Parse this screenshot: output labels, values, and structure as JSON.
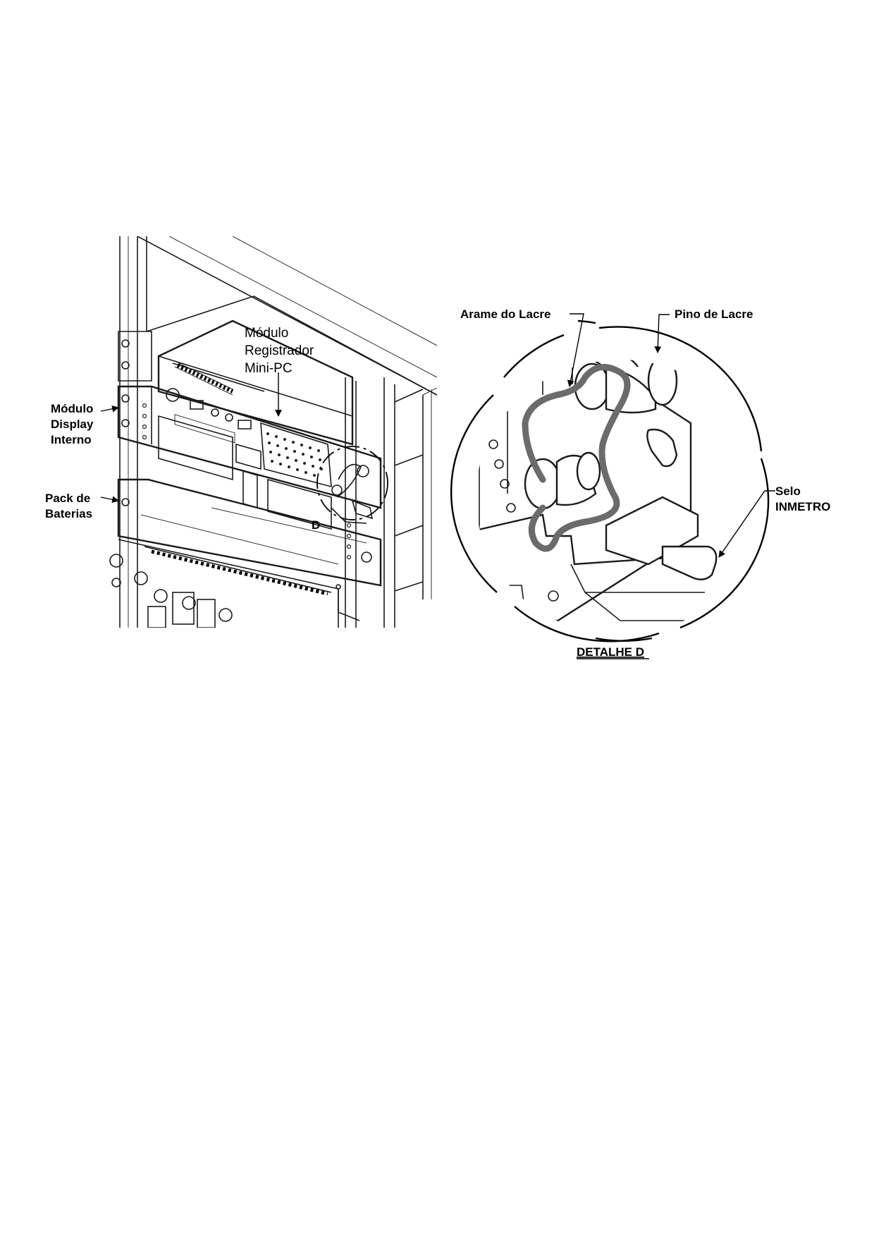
{
  "labels": {
    "modulo_registrador": [
      "Módulo",
      "Registrador",
      "Mini-PC"
    ],
    "modulo_display": [
      "Módulo",
      "Display",
      "Interno"
    ],
    "pack_baterias": [
      "Pack de",
      "Baterias"
    ],
    "detail_marker": "D",
    "arame": "Arame do Lacre",
    "pino": "Pino de Lacre",
    "selo": [
      "Selo",
      "INMETRO"
    ],
    "detalhe_title": "DETALHE D"
  },
  "colors": {
    "line": "#1a1a1a",
    "wire": "#6b6b6b",
    "background": "#ffffff"
  }
}
